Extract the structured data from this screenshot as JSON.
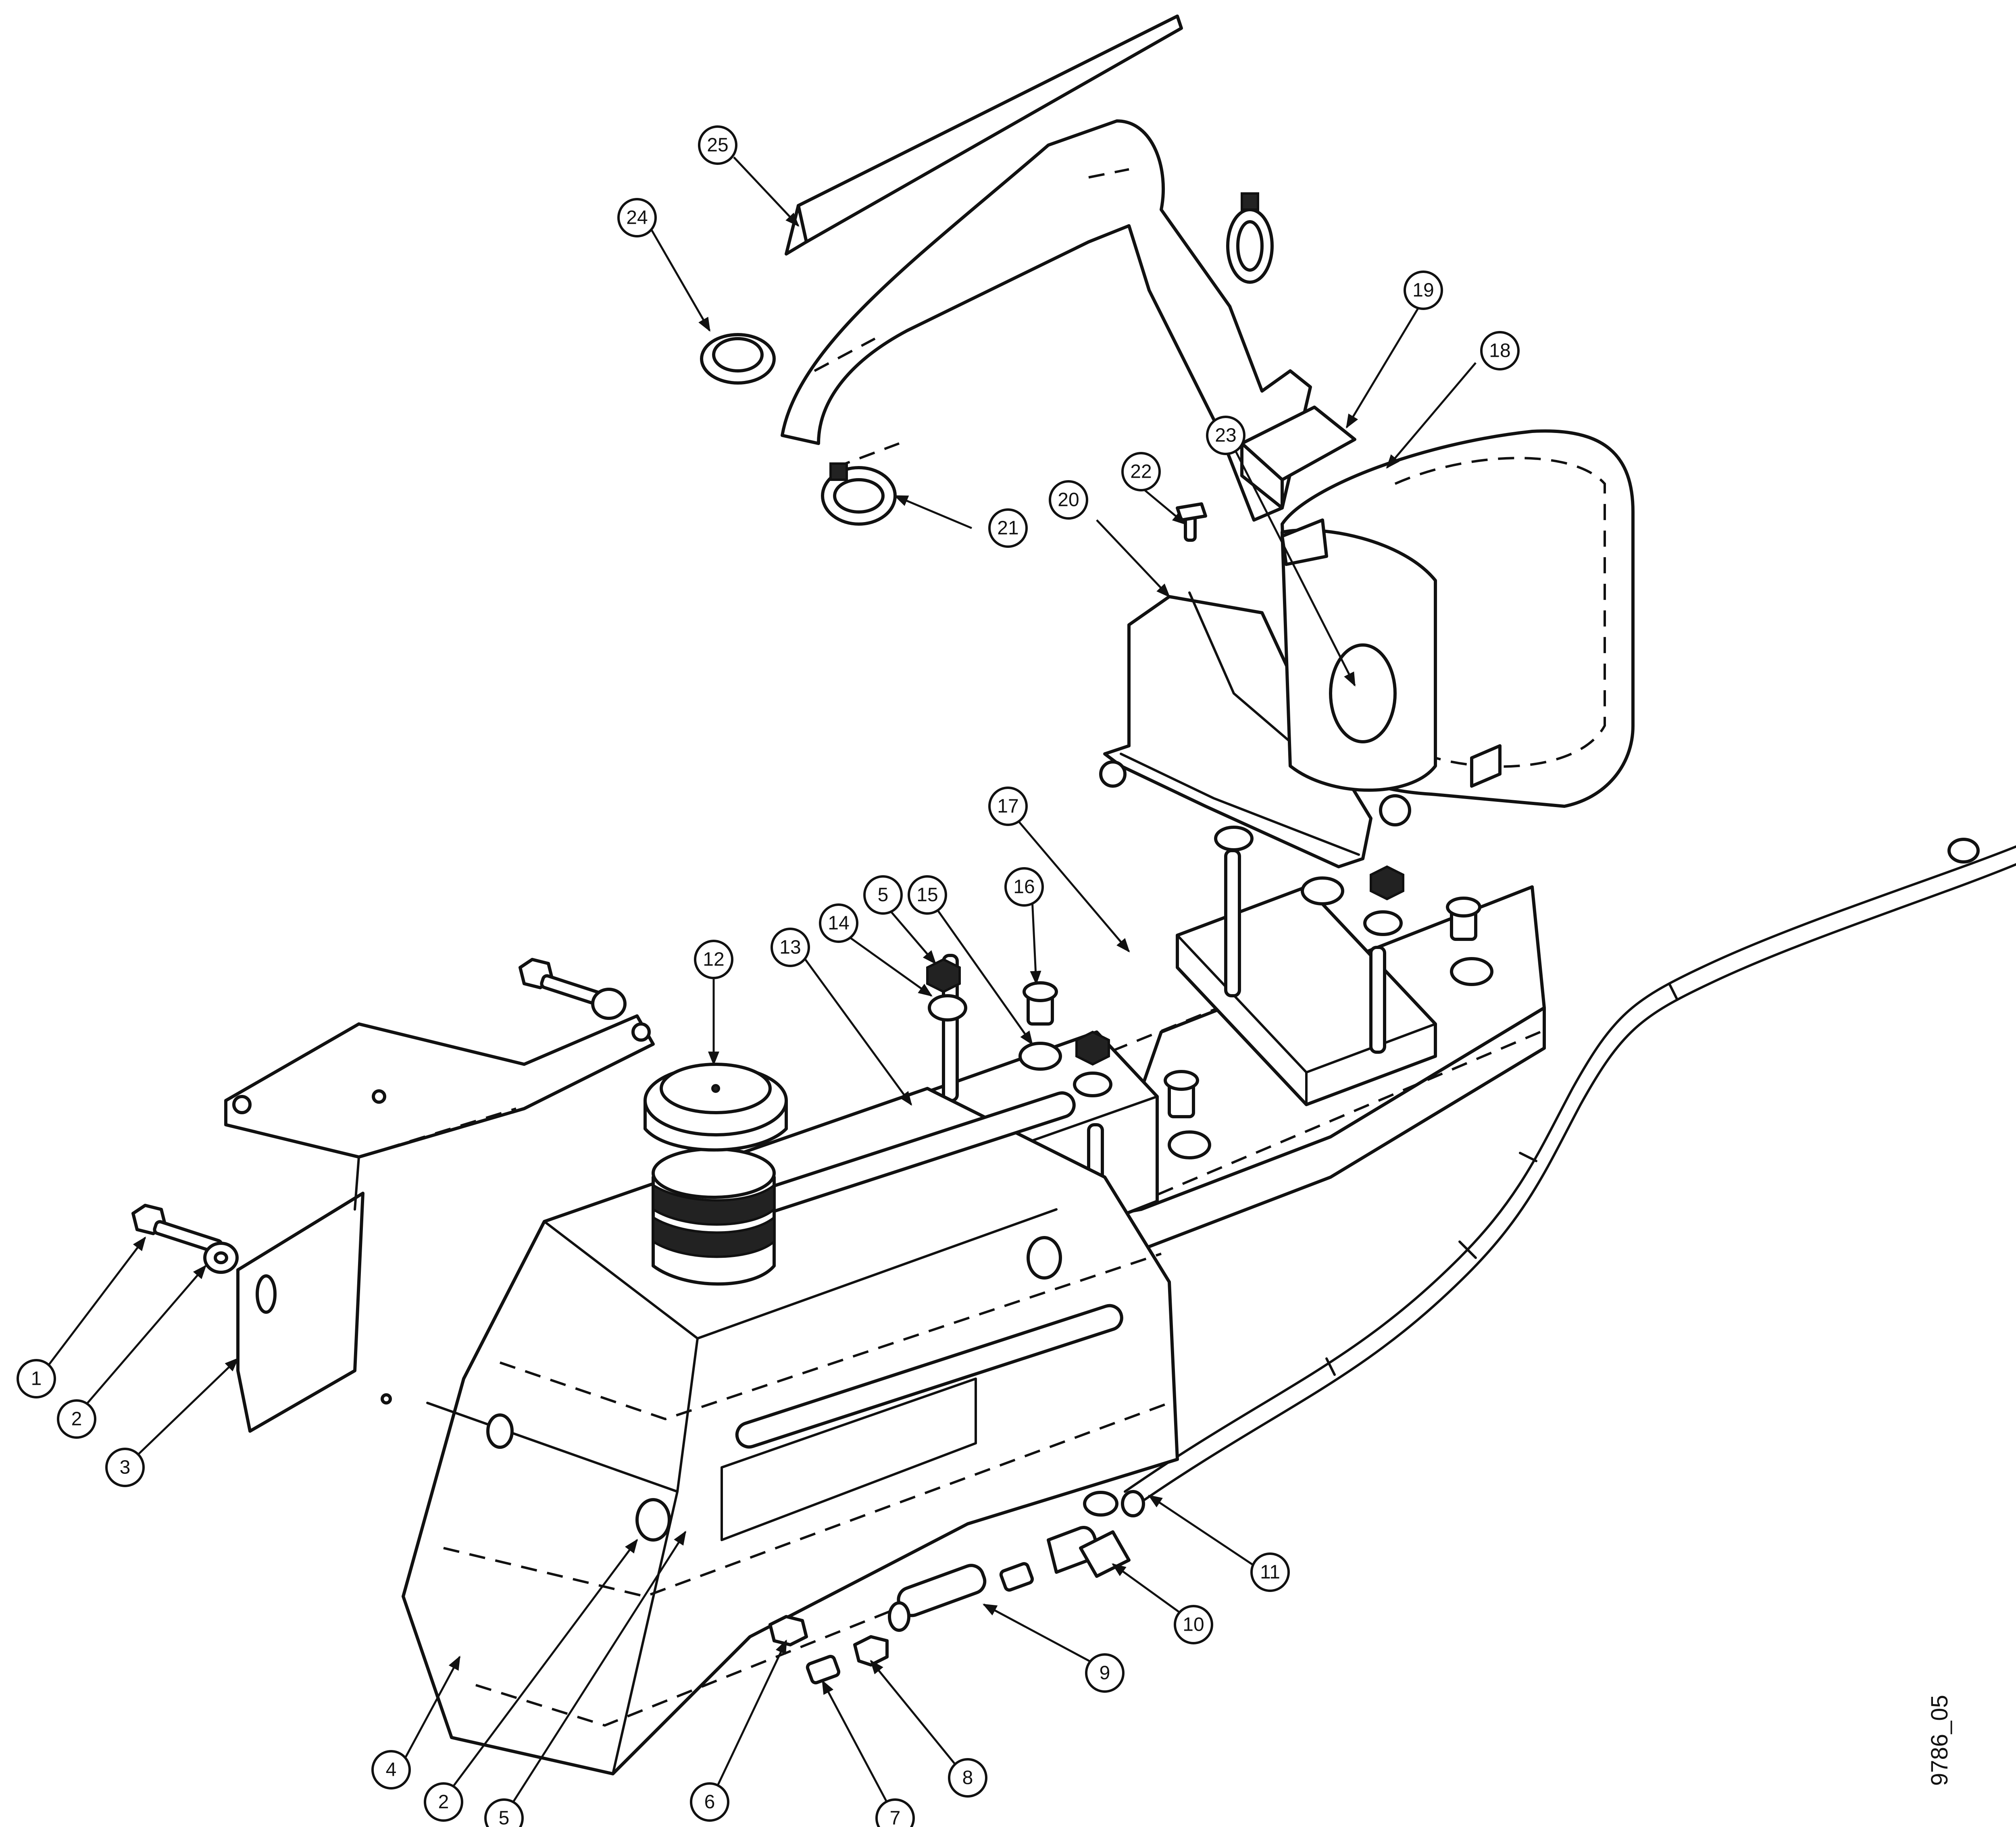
{
  "drawing": {
    "id_label": "9786_05",
    "callouts": [
      {
        "label": "1"
      },
      {
        "label": "2"
      },
      {
        "label": "3"
      },
      {
        "label": "4"
      },
      {
        "label": "2"
      },
      {
        "label": "5"
      },
      {
        "label": "6"
      },
      {
        "label": "7"
      },
      {
        "label": "8"
      },
      {
        "label": "9"
      },
      {
        "label": "10"
      },
      {
        "label": "11"
      },
      {
        "label": "12"
      },
      {
        "label": "13"
      },
      {
        "label": "14"
      },
      {
        "label": "5"
      },
      {
        "label": "15"
      },
      {
        "label": "16"
      },
      {
        "label": "17"
      },
      {
        "label": "18"
      },
      {
        "label": "19"
      },
      {
        "label": "20"
      },
      {
        "label": "21"
      },
      {
        "label": "22"
      },
      {
        "label": "23"
      },
      {
        "label": "24"
      },
      {
        "label": "25"
      }
    ]
  }
}
